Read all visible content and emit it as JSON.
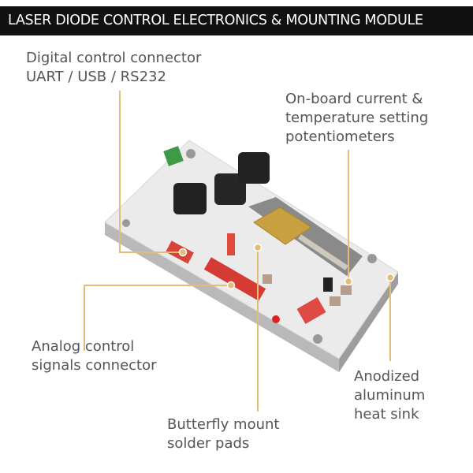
{
  "header": {
    "title": "LASER DIODE CONTROL ELECTRONICS & MOUNTING MODULE"
  },
  "colors": {
    "callout_line": "#e2bd78",
    "header_bg": "#111111",
    "label_text": "#555555"
  },
  "callouts": {
    "digital": {
      "lines": [
        "Digital control connector",
        "UART / USB / RS232"
      ]
    },
    "potentiometers": {
      "lines": [
        "On-board current &",
        "temperature setting",
        "potentiometers"
      ]
    },
    "analog": {
      "lines": [
        "Analog control",
        "signals connector"
      ]
    },
    "butterfly": {
      "lines": [
        "Butterfly mount",
        "solder pads"
      ]
    },
    "heatsink": {
      "lines": [
        "Anodized",
        "aluminum",
        "heat sink"
      ]
    }
  }
}
